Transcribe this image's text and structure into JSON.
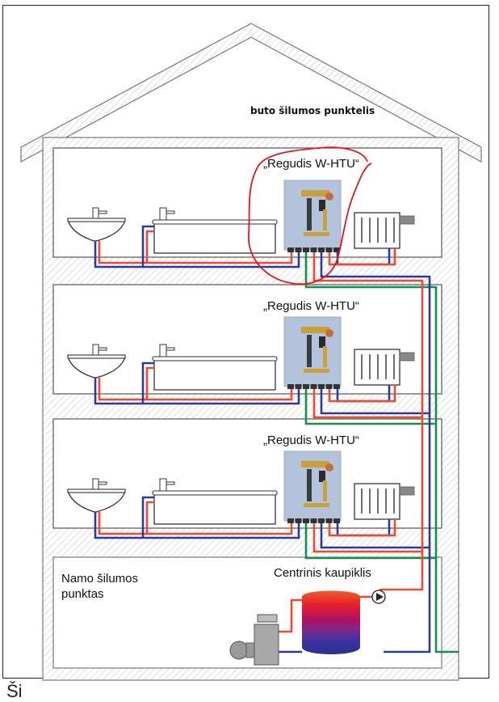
{
  "diagram": {
    "attic_label": "buto šilumos punktelis",
    "floors": [
      {
        "unit_label": "„Regudis W-HTU“",
        "highlighted": true
      },
      {
        "unit_label": "„Regudis W-HTU“",
        "highlighted": false
      },
      {
        "unit_label": "„Regudis W-HTU“",
        "highlighted": false
      }
    ],
    "basement": {
      "label": "Namo šilumos punktas",
      "tank_label": "Centrinis kaupiklis"
    },
    "cut_caption": "Ši",
    "colors": {
      "hot_pipe": "#f04a2e",
      "cold_pipe": "#2b3a9e",
      "circulation_pipe": "#12914a",
      "highlight_marker": "#e8141c",
      "wall_line": "#777777",
      "heat_unit_panel": "#b3c3dc"
    }
  }
}
